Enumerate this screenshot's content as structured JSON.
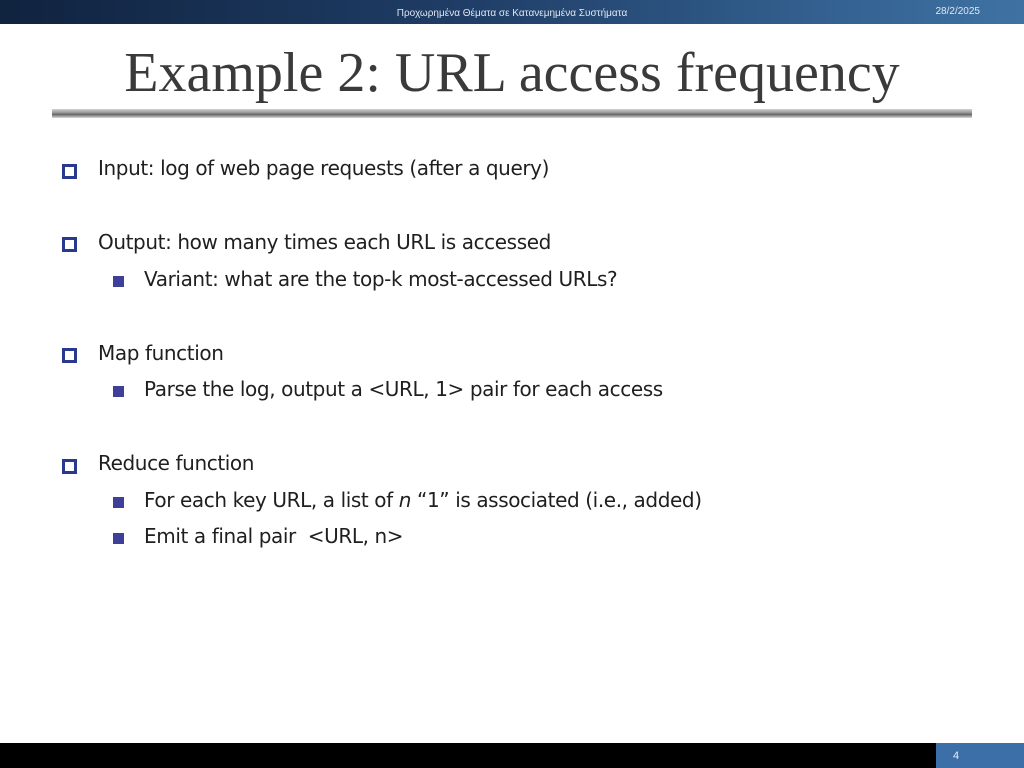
{
  "header": {
    "course_title": "Προχωρημένα Θέματα σε Κατανεμημένα Συστήματα",
    "date": "28/2/2025"
  },
  "slide": {
    "title": "Example 2: URL access frequency",
    "bullets": [
      {
        "text": "Input: log of web page requests (after a query)",
        "sub": []
      },
      {
        "text": "Output: how many times each URL is accessed",
        "sub": [
          "Variant: what are the top-k most-accessed URLs?"
        ]
      },
      {
        "text": "Map function",
        "sub": [
          "Parse the log, output a <URL, 1> pair for each access"
        ]
      },
      {
        "text": "Reduce function",
        "sub": [
          {
            "before": "For each key URL, a list of ",
            "italic": "n",
            "after": " “1” is associated (i.e., added)"
          },
          "Emit a final pair  <URL, n>"
        ]
      }
    ]
  },
  "footer": {
    "page_number": "4"
  },
  "colors": {
    "header_bar": "#1f3d66",
    "bullet_blue": "#2a3990",
    "page_box": "#3c6ea8",
    "title_text": "#3a3a3a"
  }
}
